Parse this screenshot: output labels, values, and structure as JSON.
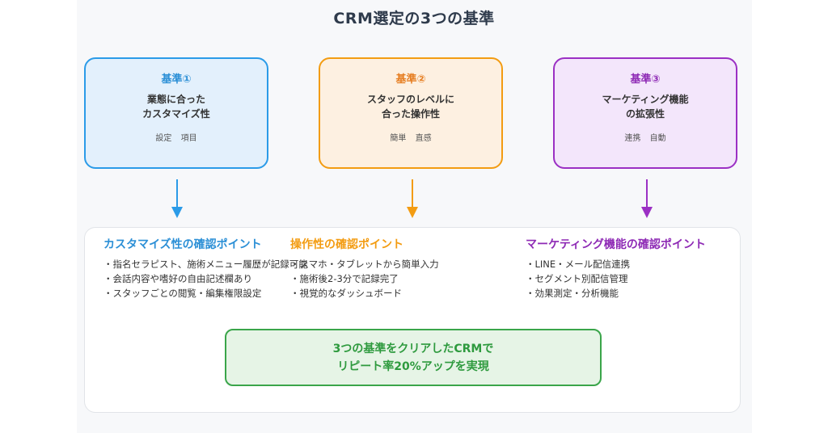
{
  "title": "CRM選定の3つの基準",
  "cards": [
    {
      "title": "基準①",
      "desc": "業態に合った\nカスタマイズ性",
      "tags": [
        "設定",
        "項目"
      ]
    },
    {
      "title": "基準②",
      "desc": "スタッフのレベルに\n合った操作性",
      "tags": [
        "簡単",
        "直感"
      ]
    },
    {
      "title": "基準③",
      "desc": "マーケティング機能\nの拡張性",
      "tags": [
        "連携",
        "自動"
      ]
    }
  ],
  "checks": [
    {
      "heading": "カスタマイズ性の確認ポイント",
      "items": [
        "指名セラピスト、施術メニュー履歴が記録可能",
        "会話内容や嗜好の自由記述欄あり",
        "スタッフごとの閲覧・編集権限設定"
      ]
    },
    {
      "heading": "操作性の確認ポイント",
      "items": [
        "スマホ・タブレットから簡単入力",
        "施術後2-3分で記録完了",
        "視覚的なダッシュボード"
      ]
    },
    {
      "heading": "マーケティング機能の確認ポイント",
      "items": [
        "LINE・メール配信連携",
        "セグメント別配信管理",
        "効果測定・分析機能"
      ]
    }
  ],
  "result": {
    "line1": "3つの基準をクリアしたCRMで",
    "line2": "リピート率20%アップを実現"
  },
  "colors": {
    "blue": "#2b9be8",
    "orange": "#f39c12",
    "purple": "#9b30c4",
    "green": "#3aa54a"
  }
}
